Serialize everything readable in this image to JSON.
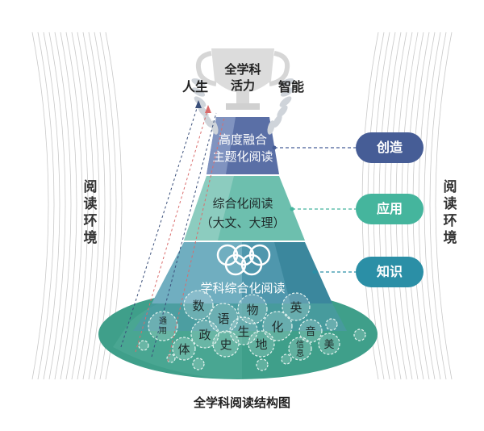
{
  "trophy": {
    "line1": "全学科",
    "line2": "活力"
  },
  "wreath": {
    "left_text": "人生",
    "right_text": "智能"
  },
  "side_labels": {
    "left": [
      "阅",
      "读",
      "环",
      "境"
    ],
    "right": [
      "阅",
      "读",
      "环",
      "境"
    ]
  },
  "tiers": {
    "top": {
      "line1": "高度融合",
      "line2": "主题化阅读",
      "color": "#5a6fa6"
    },
    "middle": {
      "line1": "综合化阅读",
      "line2": "（大文、大理）",
      "color": "#6dbfae"
    },
    "bottom": {
      "line1": "学科综合化阅读",
      "color": "#4f97ad"
    }
  },
  "pills": [
    {
      "label": "创造",
      "color": "#465d96"
    },
    {
      "label": "应用",
      "color": "#45b59d"
    },
    {
      "label": "知识",
      "color": "#2b8fa6"
    }
  ],
  "subjects": {
    "math": "数",
    "english": "英",
    "physics": "物",
    "chinese": "语",
    "chemistry": "化",
    "politics": "政",
    "biology": "生",
    "general_tech_line1": "通",
    "general_tech_line2": "用",
    "pe": "体",
    "history": "史",
    "geography": "地",
    "music": "音",
    "info_line1": "信",
    "info_line2": "息",
    "art": "美"
  },
  "caption": "全学科阅读结构图",
  "colors": {
    "base_ellipse": "#3f9f8a",
    "arc_lines": "#c9c9c9",
    "dashed_arrow": "#3a4f7a"
  }
}
